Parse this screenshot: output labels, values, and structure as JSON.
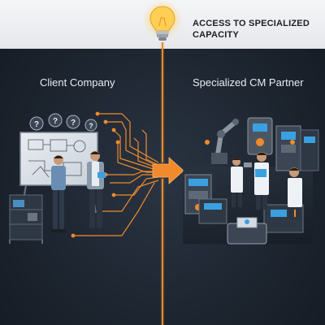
{
  "banner": {
    "title_line1": "ACCESS TO SPECIALIZED",
    "title_line2": "CAPACITY"
  },
  "left_panel": {
    "label": "Client Company"
  },
  "right_panel": {
    "label": "Specialized CM Partner"
  },
  "whiteboard": {
    "marks": [
      "?",
      "?",
      "?",
      "?"
    ]
  },
  "colors": {
    "circuit_orange": "#f08a2c",
    "bulb_glow": "#ffd56b",
    "background": "#1d2530",
    "screen_blue": "#3aa0e0"
  },
  "icons": [
    "lightbulb-icon",
    "arrow-right-icon",
    "question-icon"
  ]
}
